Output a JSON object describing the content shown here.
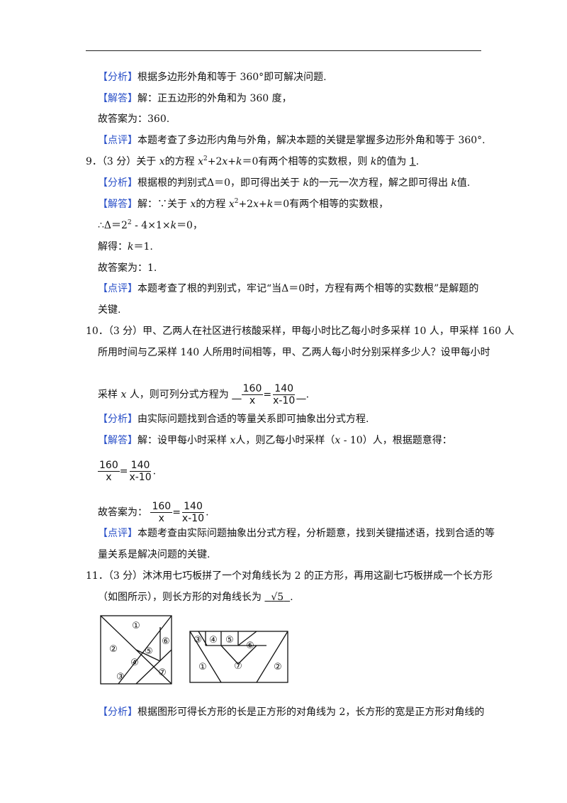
{
  "tags": {
    "analysis": "【分析】",
    "answer": "【解答】",
    "comment": "【点评】"
  },
  "q8": {
    "analysis": "根据多边形外角和等于 360°即可解决问题.",
    "answer": "解：正五边形的外角和为 360 度，",
    "final": "故答案为：360.",
    "comment": "本题考查了多边形内角与外角，解决本题的关键是掌握多边形外角和等于 360°."
  },
  "q9": {
    "num": "9．",
    "score": "（3 分）关于",
    "t1": "的方程",
    "t2": "有两个相等的实数根，则",
    "t3": "的值为",
    "blank": "  1  ",
    "end": ".",
    "analysis_a": "根据根的判别式Δ＝0，即可得出关于",
    "analysis_b": "的一元一次方程，解之即可得出",
    "analysis_c": "值.",
    "answer_a": "解：∵关于",
    "answer_b": "的方程",
    "answer_c": "有两个相等的实数根，",
    "step1": "∴Δ＝2",
    "step1b": " - 4×1×",
    "step1c": "＝0，",
    "step2": "解得：",
    "step2b": "＝1.",
    "final": "故答案为：1.",
    "comment1": "本题考查了根的判别式，牢记“当Δ＝0时，方程有两个相等的实数根”是解题的",
    "comment2": "关键."
  },
  "q10": {
    "line1": "10．（3 分）甲、乙两人在社区进行核酸采样，甲每小时比乙每小时多采样 10 人，甲采样 160 人",
    "line2": "所用时间与乙采样 140 人所用时间相等，甲、乙两人每小时分别采样多少人？设甲每小时",
    "line3a": "采样",
    "line3b": "人，则可列分式方程为",
    "frac_a_num": "160",
    "frac_a_den": "x",
    "frac_b_num": "140",
    "frac_b_den": "x-10",
    "analysis": "由实际问题找到合适的等量关系即可抽象出分式方程.",
    "answer_a": "解：设甲每小时采样",
    "answer_b": "人，则乙每小时采样（",
    "answer_c": " - 10）人，根据题意得：",
    "final": "故答案为：",
    "comment1": "本题考查由实际问题抽象出分式方程，分析题意，找到关键描述语，找到合适的等",
    "comment2": "量关系是解决问题的关键."
  },
  "q11": {
    "line1": "11．（3 分）沐沐用七巧板拼了一个对角线长为 2 的正方形，再用这副七巧板拼成一个长方形",
    "line2": "（如图所示），则长方形的对角线长为",
    "blank": "√5",
    "analysis": "根据图形可得长方形的长是正方形的对角线为 2，长方形的宽是正方形对角线的"
  },
  "vars": {
    "x": "x",
    "k": "k"
  },
  "figure": {
    "labels": [
      "①",
      "②",
      "③",
      "④",
      "⑤",
      "⑥",
      "⑦"
    ]
  }
}
